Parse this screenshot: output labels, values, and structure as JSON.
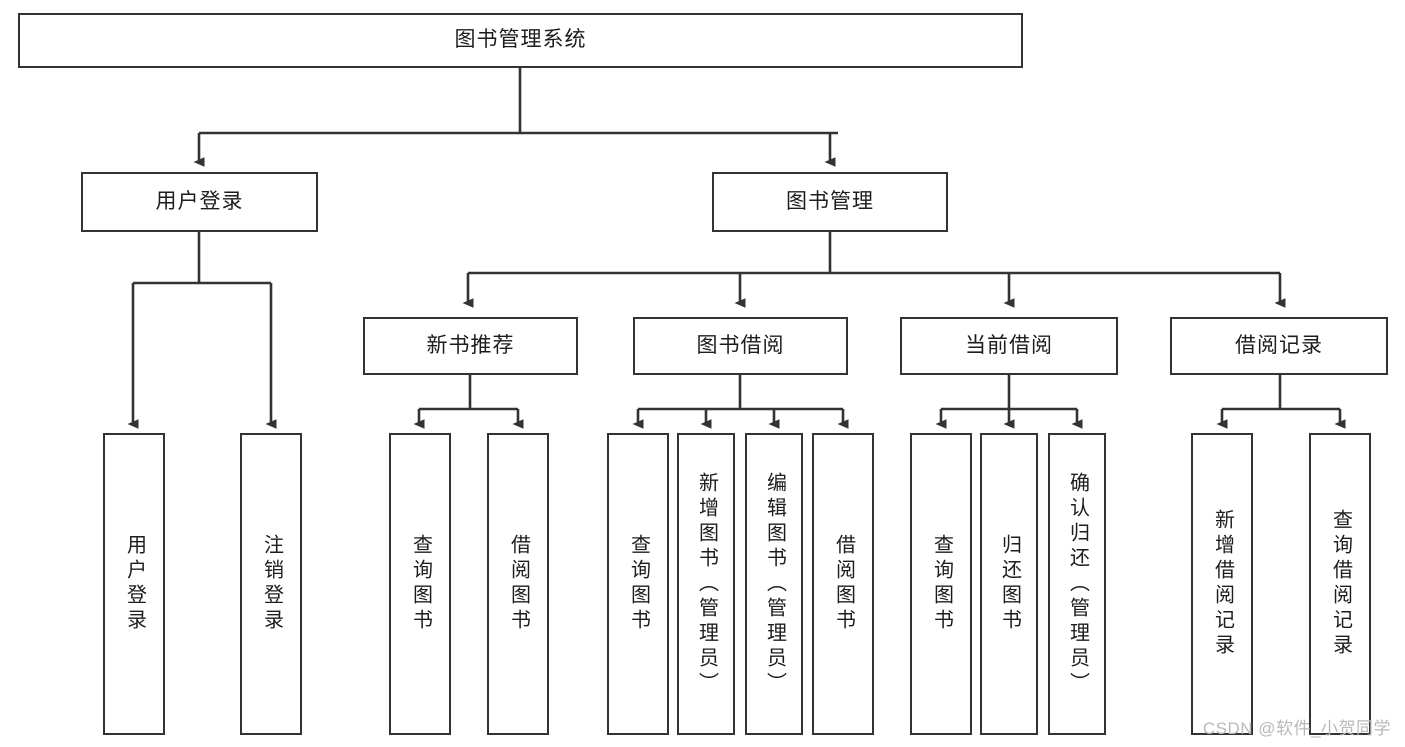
{
  "diagram": {
    "type": "tree",
    "title": "图书管理系统",
    "root": {
      "id": "root",
      "label": "图书管理系统",
      "orientation": "horizontal"
    },
    "level2": [
      {
        "id": "user-login",
        "label": "用户登录",
        "orientation": "horizontal"
      },
      {
        "id": "book-manage",
        "label": "图书管理",
        "orientation": "horizontal"
      }
    ],
    "level3": [
      {
        "id": "new-book-rec",
        "label": "新书推荐",
        "orientation": "horizontal",
        "parent": "book-manage"
      },
      {
        "id": "book-borrow",
        "label": "图书借阅",
        "orientation": "horizontal",
        "parent": "book-manage"
      },
      {
        "id": "current-borrow",
        "label": "当前借阅",
        "orientation": "horizontal",
        "parent": "book-manage"
      },
      {
        "id": "borrow-record",
        "label": "借阅记录",
        "orientation": "horizontal",
        "parent": "book-manage"
      }
    ],
    "leaves": [
      {
        "id": "leaf-user-login",
        "label": "用户登录",
        "parent": "user-login"
      },
      {
        "id": "leaf-user-logout",
        "label": "注销登录",
        "parent": "user-login"
      },
      {
        "id": "leaf-query-book-1",
        "label": "查询图书",
        "parent": "new-book-rec"
      },
      {
        "id": "leaf-borrow-book-1",
        "label": "借阅图书",
        "parent": "new-book-rec"
      },
      {
        "id": "leaf-query-book-2",
        "label": "查询图书",
        "parent": "book-borrow"
      },
      {
        "id": "leaf-add-book",
        "label": "新增图书（管理员）",
        "parent": "book-borrow"
      },
      {
        "id": "leaf-edit-book",
        "label": "编辑图书（管理员）",
        "parent": "book-borrow"
      },
      {
        "id": "leaf-borrow-book-2",
        "label": "借阅图书",
        "parent": "book-borrow"
      },
      {
        "id": "leaf-query-book-3",
        "label": "查询图书",
        "parent": "current-borrow"
      },
      {
        "id": "leaf-return-book",
        "label": "归还图书",
        "parent": "current-borrow"
      },
      {
        "id": "leaf-confirm-return",
        "label": "确认归还（管理员）",
        "parent": "current-borrow"
      },
      {
        "id": "leaf-add-record",
        "label": "新增借阅记录",
        "parent": "borrow-record"
      },
      {
        "id": "leaf-query-record",
        "label": "查询借阅记录",
        "parent": "borrow-record"
      }
    ],
    "colors": {
      "border": "#333333",
      "fill": "#ffffff",
      "text": "#1d1d1d",
      "connector": "#333333",
      "watermark": "#b9b9b9",
      "background": "#ffffff"
    }
  },
  "watermark": {
    "text": "CSDN @软件_小贺同学"
  }
}
